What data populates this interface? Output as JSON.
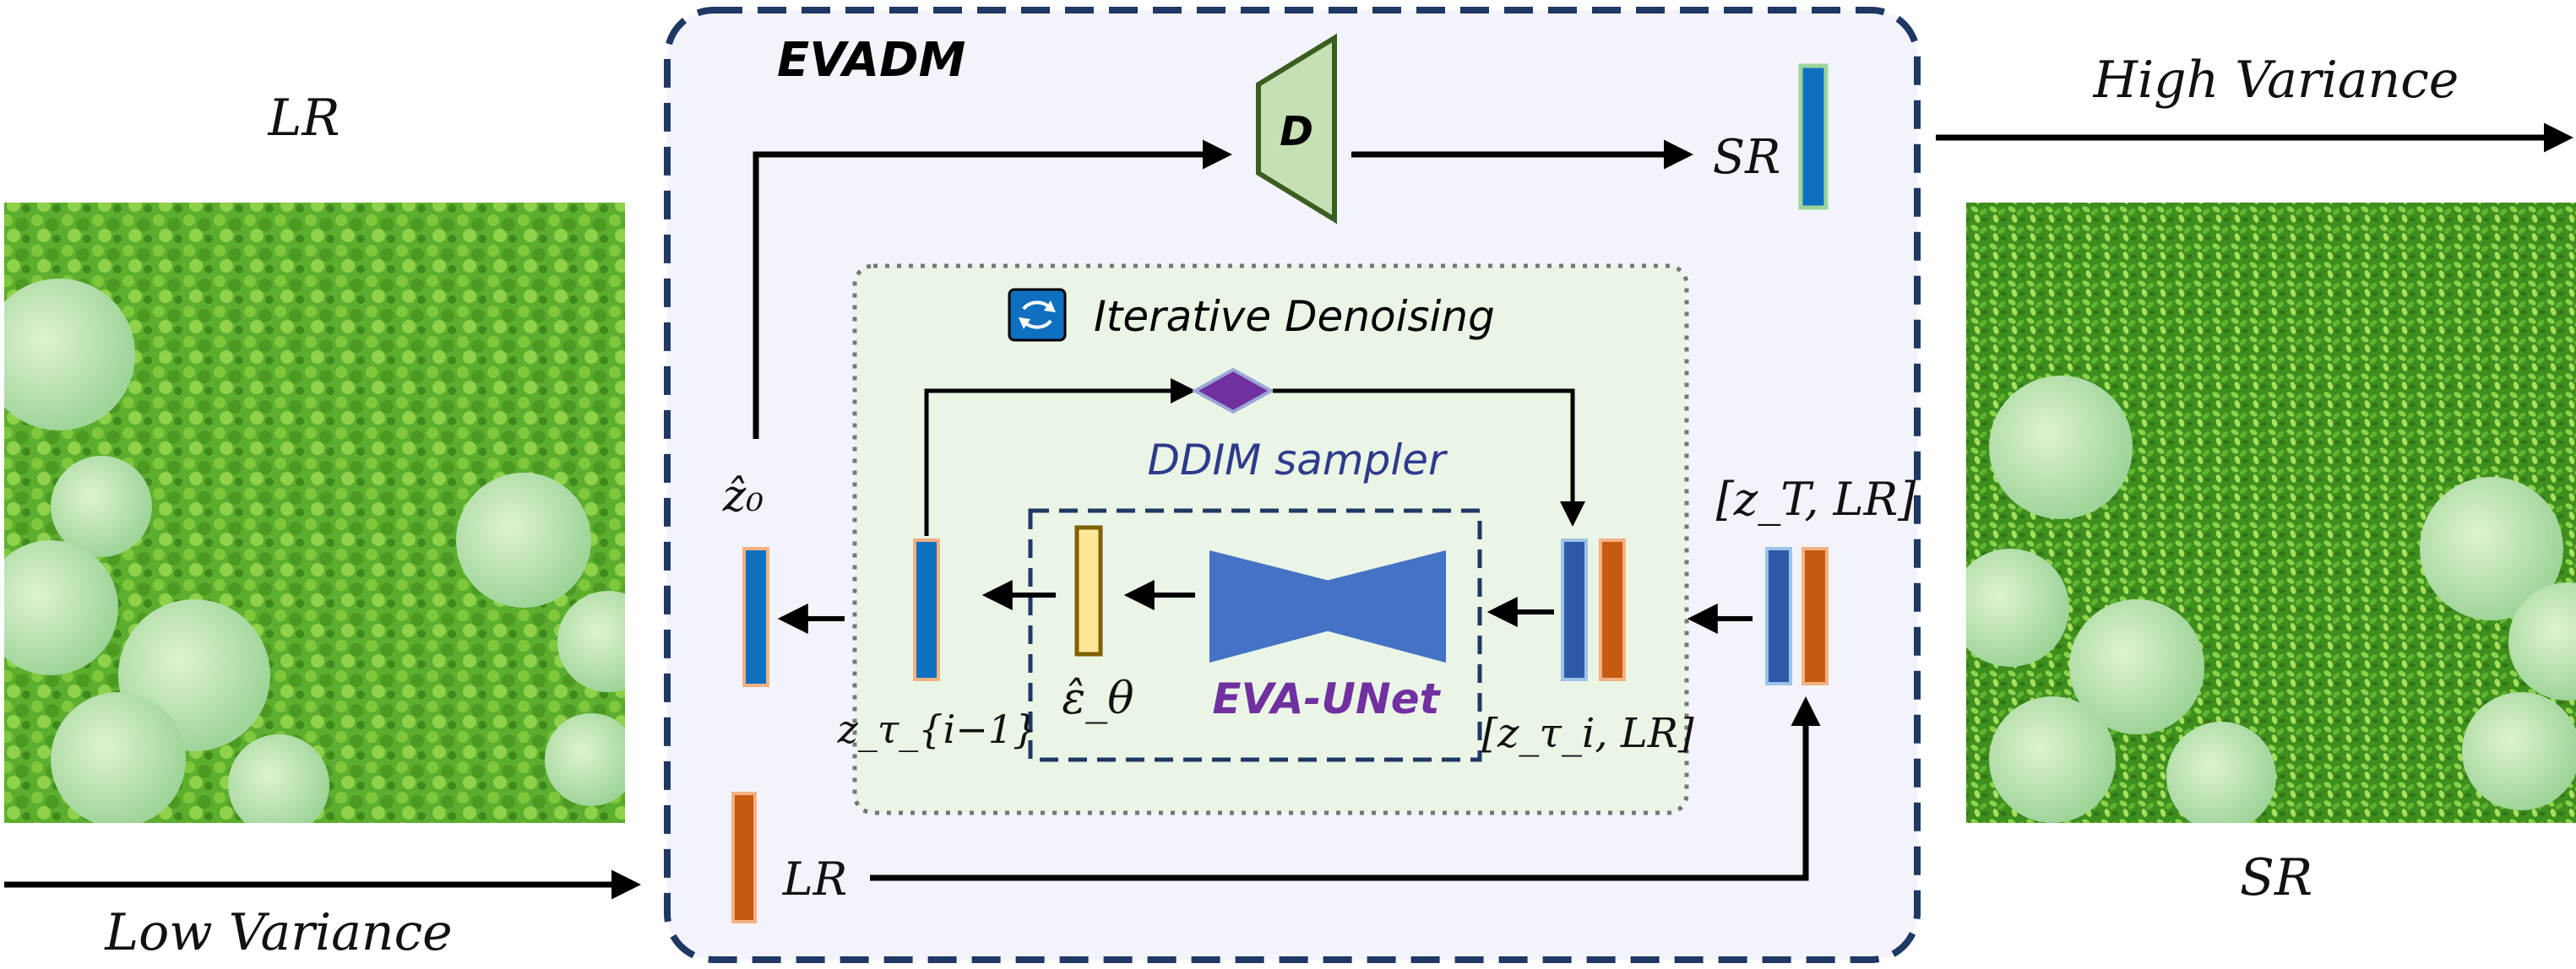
{
  "colors": {
    "frame": "#1f3864",
    "frame_fill": "#f3f3fb",
    "inner_fill": "#eaf5e6",
    "decoder_fill": "#c6e0b4",
    "decoder_stroke": "#3a5e1f",
    "latent_blue": "#1070c0",
    "latent_dark_blue": "#2e59a8",
    "lr_orange": "#c55a11",
    "noise_yellow": "#ffe699",
    "unet_blue": "#4472c4",
    "diamond_purple": "#7030a0",
    "ddim_text": "#2e3a8c",
    "eva_text": "#7030a0"
  },
  "left_image": {
    "title": "LR",
    "caption": "Low Variance",
    "icon": "lotus-leaves-low-resolution-image"
  },
  "right_image": {
    "title": "SR",
    "caption": "High Variance",
    "icon": "lotus-leaves-super-resolved-image"
  },
  "evadm": {
    "title": "EVADM",
    "decoder_label": "D",
    "sr_label": "SR",
    "z0_label": "ẑ₀",
    "lr_label": "LR",
    "zt_lr_label": "[z_T, LR]",
    "loop": {
      "title": "Iterative Denoising",
      "icon": "refresh-icon",
      "sampler_label": "DDIM sampler",
      "unet_label": "EVA-UNet",
      "eps_label": "ε̂_θ",
      "z_prev_label": "z_τ_{i−1}",
      "z_cur_lr_label": "[z_τ_i, LR]"
    }
  }
}
